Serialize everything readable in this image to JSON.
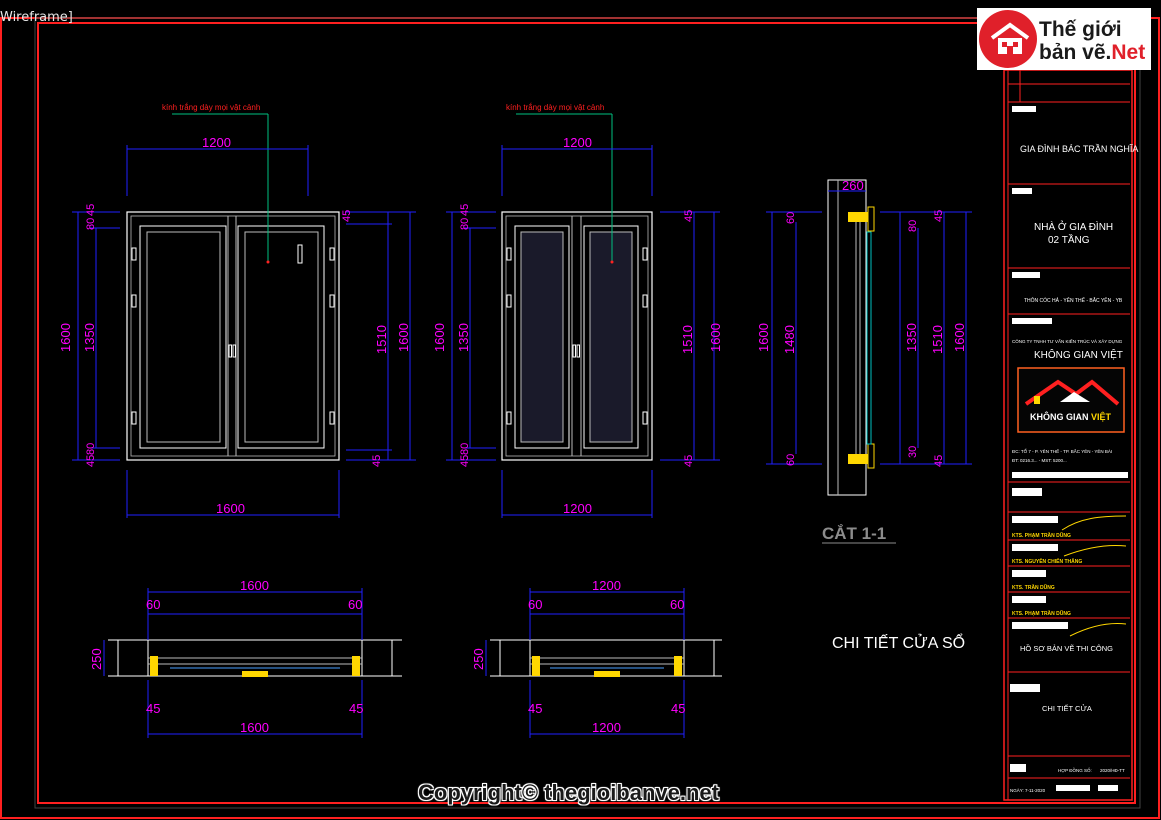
{
  "viewport_label": "Wireframe]",
  "brand": {
    "line1": "Thế giới",
    "line2_a": "bản vẽ.",
    "line2_b": "Net"
  },
  "copyright": "Copyright© thegioibanve.net",
  "drawing": {
    "note_glass": "kính trắng dày mọi vật cảnh",
    "elev1": {
      "top": "1200",
      "bottom": "1600",
      "left_total": "1600",
      "left_inner": "1350",
      "left_t1": "80",
      "left_t2": "45",
      "left_b1": "80",
      "left_b2": "45",
      "right_total": "1600",
      "right_inner": "1510",
      "right_t": "45",
      "right_b": "45"
    },
    "elev2": {
      "top": "1200",
      "bottom": "1200",
      "left_total": "1600",
      "left_inner": "1350",
      "left_t1": "80",
      "left_t2": "45",
      "left_b1": "80",
      "left_b2": "45",
      "right_total": "1600",
      "right_inner": "1510",
      "right_t": "45",
      "right_b": "45"
    },
    "section": {
      "top": "260",
      "left_total": "1600",
      "left_inner": "1480",
      "left_t": "60",
      "left_b": "60",
      "right_t1": "80",
      "right_t2": "45",
      "right_inner": "1350",
      "right_total": "1510",
      "right_outer": "1600",
      "right_b1": "30",
      "right_b2": "45",
      "title": "CẮT 1-1"
    },
    "plan1": {
      "top": "1600",
      "left_off": "60",
      "right_off": "60",
      "depth": "250",
      "bot_left": "45",
      "bot_right": "45",
      "bottom": "1600"
    },
    "plan2": {
      "top": "1200",
      "left_off": "60",
      "right_off": "60",
      "depth": "250",
      "bot_left": "45",
      "bot_right": "45",
      "bottom": "1200"
    },
    "detail_title": "CHI TIẾT CỬA SỔ"
  },
  "title_block": {
    "owner": "GIA ĐÌNH BÁC TRẦN NGHĨA",
    "project_l1": "NHÀ Ở GIA ĐÌNH",
    "project_l2": "02 TẦNG",
    "location": "THÔN CÓC HẢ - YÊN THẾ - BẮC YÊN - YB",
    "company_small": "CÔNG TY TNHH TƯ VẤN KIẾN TRÚC VÀ XÂY DỰNG",
    "company": "KHÔNG GIAN VIỆT",
    "logo_text_a": "KHÔNG GIAN ",
    "logo_text_b": "VIỆT",
    "address_l1": "ĐC: TỔ 7 - P. YÊN THẾ - TP. BẮC YÊN - YÊN BÁI",
    "address_l2": "ĐT: 0216.3... - MST: 5200...",
    "person1": "KTS. PHẠM TRẦN DŨNG",
    "person2": "KTS. NGUYỄN CHIẾN THẮNG",
    "person3": "KTS. TRẦN DŨNG",
    "person4": "KTS. PHẠM TRẦN DŨNG",
    "stage": "HỒ SƠ BẢN VẼ THI CÔNG",
    "drawing_name": "CHI TIẾT CỬA",
    "foot_left": "HỢP ĐỒNG SỐ:",
    "foot_right": "2020/HĐ-TT",
    "foot_date": "NGÀY: 7-11-2020"
  }
}
